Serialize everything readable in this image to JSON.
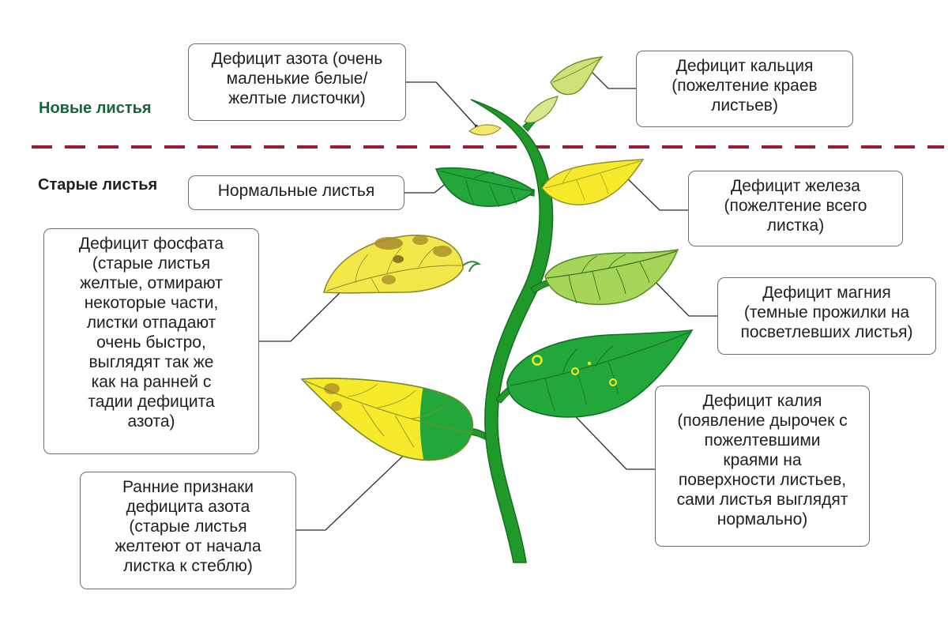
{
  "sections": {
    "new_leaves": {
      "label": "Новые листья",
      "color": "#17663a"
    },
    "old_leaves": {
      "label": "Старые листья",
      "color": "#1f1f1f"
    }
  },
  "divider": {
    "color": "#9b1b30"
  },
  "labels": {
    "nitrogen_new": "Дефицит азота (очень\nмаленькие белые/\nжелтые листочки)",
    "calcium": "Дефицит кальция\n(пожелтение краев\nлистьев)",
    "normal": "Нормальные листья",
    "iron": "Дефицит железа\n(пожелтение всего\nлистка)",
    "phosphate": "Дефицит фосфата\n(старые листья\nжелтые, отмирают\nнекоторые части,\nлистки отпадают\nочень быстро,\nвыглядят так же\nкак на ранней с\nтадии дефицита\nазота)",
    "magnesium": "Дефицит магния\n(темные прожилки на\nпосветлевших листья)",
    "potassium": "Дефицит калия\n(появление дырочек с\nпожелтевшими\nкраями на\nповерхности листьев,\nсами листья выглядят\nнормально)",
    "nitrogen_early": "Ранние признаки\nдефицита азота\n(старые листья\nжелтеют от начала\nлистка к стеблю)"
  },
  "colors": {
    "stem": "#1f9a2a",
    "stem_outline": "#13701c",
    "leaf_green": "#22a83a",
    "leaf_light_green": "#a5d65a",
    "leaf_yellow": "#f6ea2a",
    "leaf_pale_yellow": "#f4ec8a",
    "spot_brown": "#8a6a1e",
    "leader_line": "#2a2a2a"
  }
}
